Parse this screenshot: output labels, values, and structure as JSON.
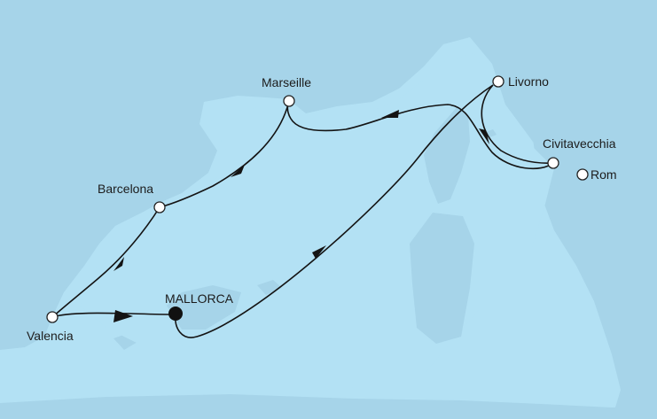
{
  "map": {
    "colors": {
      "sea": "#b3e1f4",
      "land": "#a6d4e9",
      "route": "#141414",
      "port_fill": "#ffffff"
    },
    "ports": [
      {
        "name": "Marseille",
        "type": "port"
      },
      {
        "name": "Livorno",
        "type": "port"
      },
      {
        "name": "Civitavecchia",
        "type": "port"
      },
      {
        "name": "Rom",
        "type": "city"
      },
      {
        "name": "Barcelona",
        "type": "port"
      },
      {
        "name": "Valencia",
        "type": "port"
      },
      {
        "name": "MALLORCA",
        "type": "home-port"
      }
    ],
    "route_order": [
      "MALLORCA",
      "Livorno",
      "Civitavecchia",
      "Marseille",
      "Barcelona",
      "Valencia",
      "MALLORCA"
    ]
  }
}
